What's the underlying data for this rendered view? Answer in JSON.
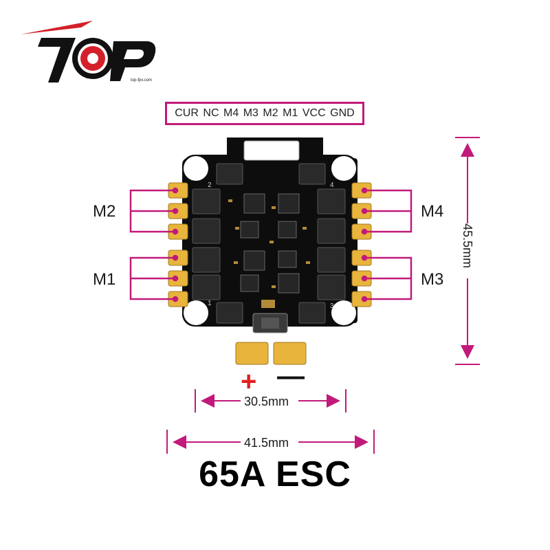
{
  "logo": {
    "text": "TOP",
    "small_text": "top-fpv.com"
  },
  "pin_header": [
    "CUR",
    "NC",
    "M4",
    "M3",
    "M2",
    "M1",
    "VCC",
    "GND"
  ],
  "motor_labels": {
    "left_top": "M2",
    "left_bottom": "M1",
    "right_top": "M4",
    "right_bottom": "M3"
  },
  "mount_holes": [
    "2",
    "4",
    "1",
    "3"
  ],
  "polarity": {
    "plus": "+",
    "minus": "—",
    "pad_plus": "+",
    "pad_minus": "−"
  },
  "dimensions": {
    "inner_width": "30.5mm",
    "outer_width": "41.5mm",
    "height": "45.5mm"
  },
  "title": "65A ESC",
  "colors": {
    "accent": "#c2197a",
    "pad": "#e8b43c",
    "board": "#0d0d0d",
    "plus": "#e02020"
  }
}
